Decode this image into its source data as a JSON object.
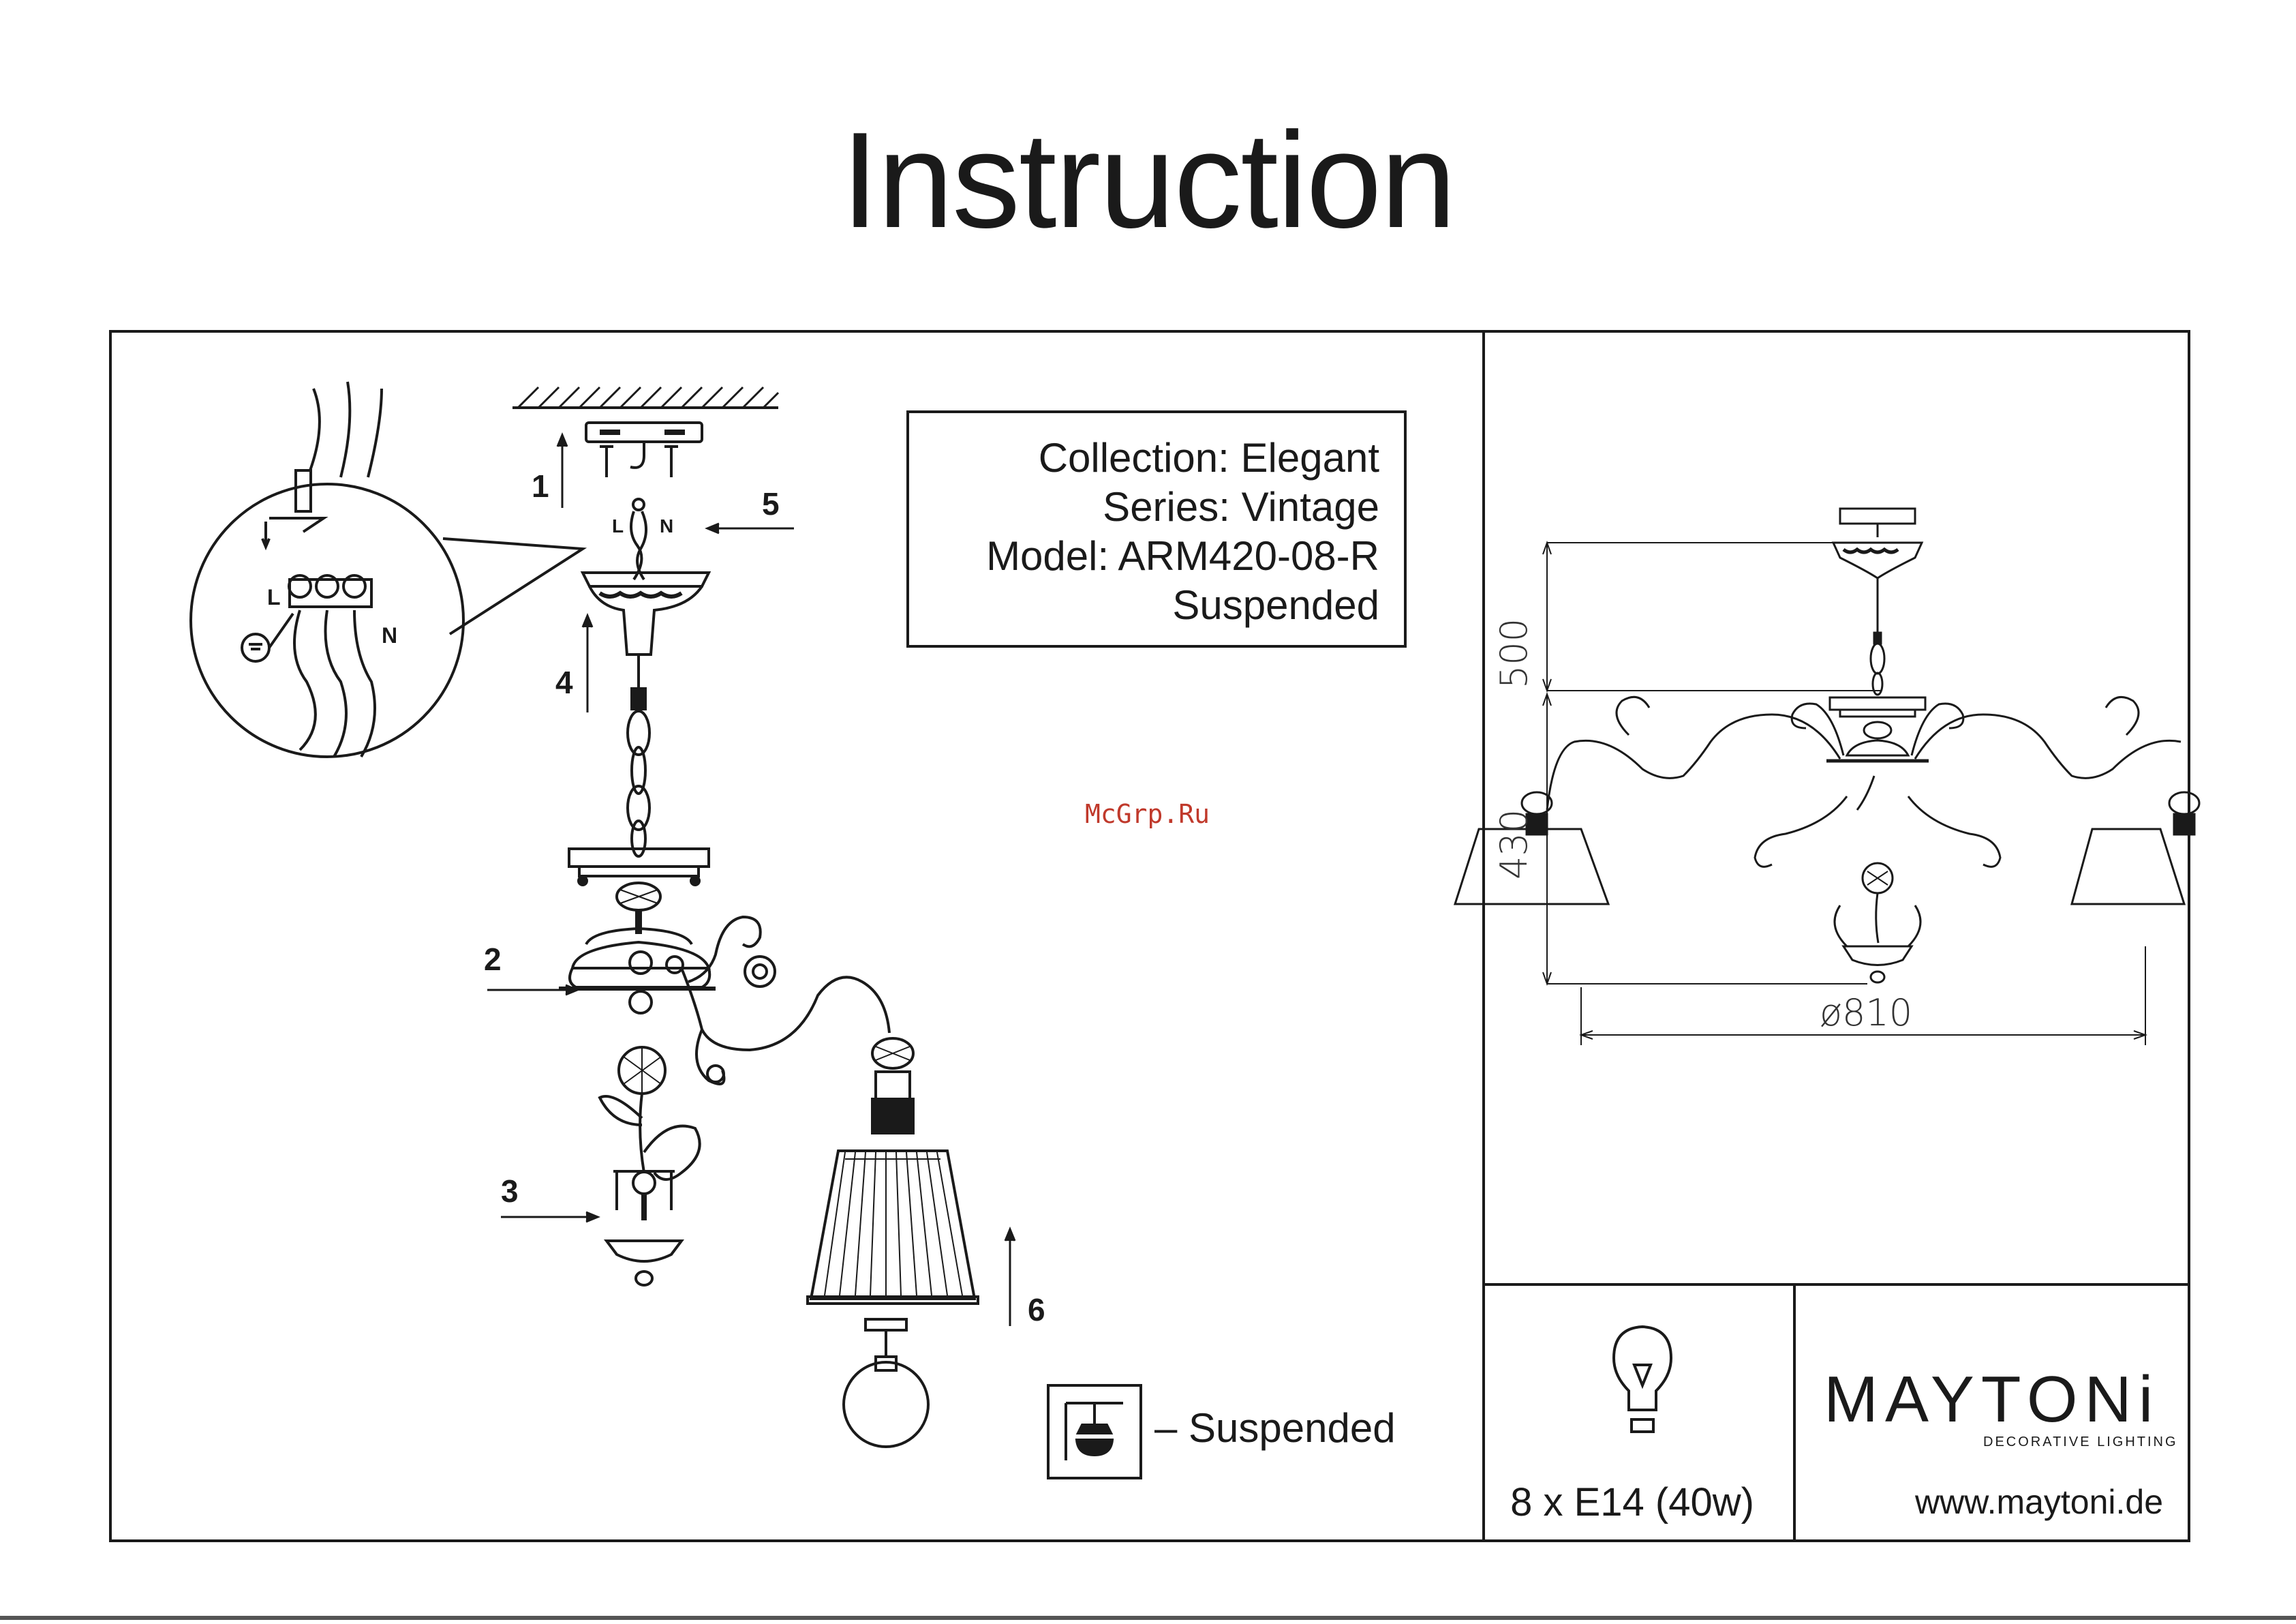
{
  "page": {
    "title": "Instruction",
    "watermark": "McGrp.Ru"
  },
  "info": {
    "collection": "Collection: Elegant",
    "series": "Series: Vintage",
    "model": "Model: ARM420-08-R",
    "type": "Suspended"
  },
  "assembly": {
    "steps": [
      "1",
      "2",
      "3",
      "4",
      "5",
      "6"
    ],
    "wiring_labels": {
      "live": "L",
      "neutral": "N"
    }
  },
  "legend": {
    "suspended_label": "– Suspended"
  },
  "dimensions": {
    "height_chain": "500",
    "height_body": "430",
    "diameter": "ø810"
  },
  "specs": {
    "bulbs": "8 x E14 (40w)"
  },
  "brand": {
    "name": "MAYTONi",
    "tagline": "DECORATIVE LIGHTING",
    "website": "www.maytoni.de"
  }
}
